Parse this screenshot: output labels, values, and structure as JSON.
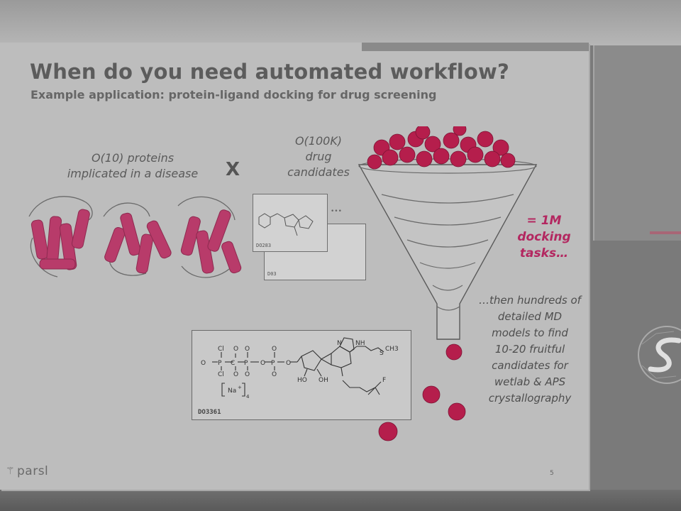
{
  "slide": {
    "title": "When do you need automated workflow?",
    "subtitle": "Example application: protein-ligand docking for drug screening",
    "proteins_label": [
      "O(10) proteins",
      "implicated in a disease"
    ],
    "times_symbol": "X",
    "drugs_label": [
      "O(100K)",
      "drug",
      "candidates"
    ],
    "docking_label": [
      "= 1M",
      "docking",
      "tasks…"
    ],
    "followup_label": [
      "…then hundreds of",
      "detailed MD",
      "models to find",
      "10-20 fruitful",
      "candidates for",
      "wetlab & APS",
      "crystallography"
    ],
    "small_card_code_1": "DO283",
    "small_card_code_2": "D03",
    "large_card_code": "DO3361",
    "ellipsis": "•••",
    "page_number": "5",
    "footer_logo": "parsl",
    "chem_labels": {
      "na": "Na",
      "plus": "+",
      "subscript": "4",
      "cl_top": "Cl",
      "cl_bottom": "Cl",
      "nh": "NH",
      "ch3": "CH3",
      "ho": "HO",
      "oh": "OH",
      "n": "N",
      "s": "S",
      "f": "F"
    }
  },
  "colors": {
    "accent": "#b32760",
    "protein": "#b83b6a",
    "ball": "#b51e4c",
    "slide_bg": "#bdbdbd"
  },
  "icons": [
    "multiply-icon",
    "funnel-icon",
    "parsl-logo-icon",
    "side-logo-icon"
  ]
}
